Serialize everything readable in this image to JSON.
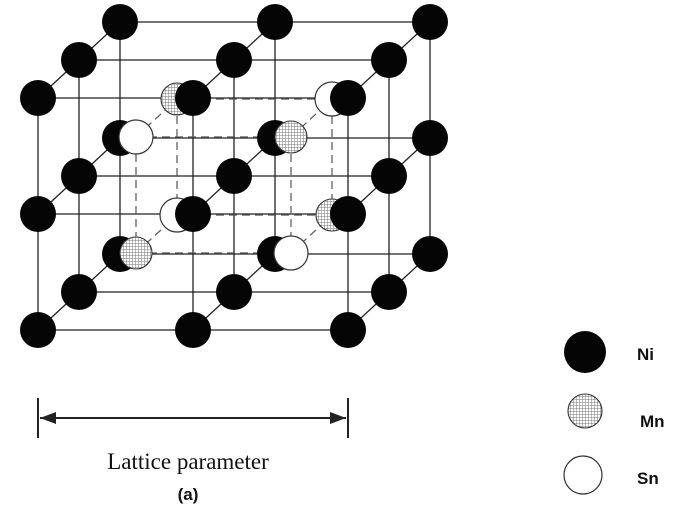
{
  "legend": [
    {
      "symbol": "filled-black-circle",
      "label": "Ni"
    },
    {
      "symbol": "cross-hatched-circle",
      "label": "Mn"
    },
    {
      "symbol": "open-circle",
      "label": "Sn"
    }
  ],
  "scale_bar": {
    "label": "Lattice parameter"
  },
  "caption": "(a)",
  "colors": {
    "ni": "#050505",
    "hatch": "#777777",
    "lines": "#222222"
  }
}
